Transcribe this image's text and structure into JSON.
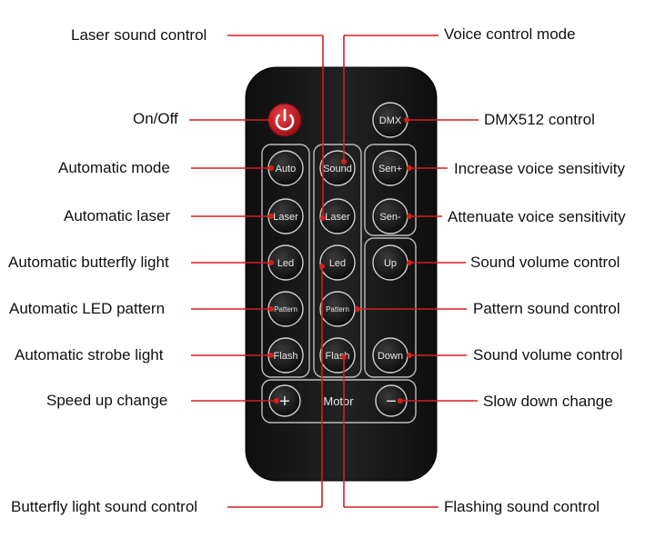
{
  "labels": {
    "laser_sound_control": "Laser sound control",
    "voice_control_mode": "Voice control mode",
    "on_off": "On/Off",
    "dmx512_control": "DMX512 control",
    "automatic_mode": "Automatic mode",
    "increase_voice_sensitivity": "Increase voice sensitivity",
    "automatic_laser": "Automatic laser",
    "attenuate_voice_sensitivity": "Attenuate voice sensitivity",
    "automatic_butterfly_light": "Automatic butterfly light",
    "sound_volume_control_up": "Sound volume control",
    "automatic_led_pattern": "Automatic LED pattern",
    "pattern_sound_control": "Pattern sound control",
    "automatic_strobe_light": "Automatic strobe light",
    "sound_volume_control_down": "Sound volume control",
    "speed_up_change": "Speed up change",
    "slow_down_change": "Slow down change",
    "butterfly_light_sound_control": "Butterfly light sound control",
    "flashing_sound_control": "Flashing sound control"
  },
  "remote": {
    "dmx": "DMX",
    "col1": [
      "Auto",
      "Laser",
      "Led",
      "Pattern",
      "Flash"
    ],
    "col2": [
      "Sound",
      "Laser",
      "Led",
      "Pattern",
      "Flash"
    ],
    "col3": [
      "Sen+",
      "Sen-",
      "Up",
      "Down"
    ],
    "plus": "+",
    "minus": "−",
    "motor": "Motor"
  },
  "colors": {
    "leader": "#d61e1e",
    "power": "#c4161c",
    "remote_body": "#1b1b1b"
  }
}
